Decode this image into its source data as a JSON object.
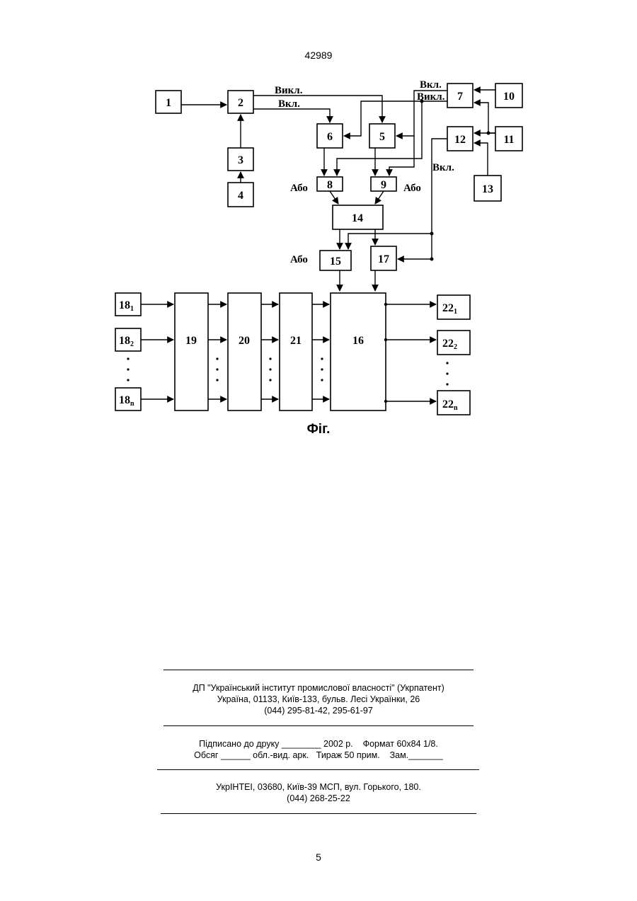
{
  "document": {
    "patent_number": "42989",
    "figure_caption": "Фіг.",
    "page_number": "5"
  },
  "diagram": {
    "blocks": [
      "1",
      "2",
      "3",
      "4",
      "5",
      "6",
      "7",
      "8",
      "9",
      "10",
      "11",
      "12",
      "13",
      "14",
      "15",
      "16",
      "17",
      "19",
      "20",
      "21"
    ],
    "inputs": {
      "base": "18",
      "subscripts": [
        "1",
        "2",
        "n"
      ]
    },
    "outputs": {
      "base": "22",
      "subscripts": [
        "1",
        "2",
        "n"
      ]
    },
    "labels": {
      "off": "Викл.",
      "on": "Вкл.",
      "or": "Або"
    }
  },
  "footer": {
    "org_line1": "ДП \"Український інститут промислової власності\" (Укрпатент)",
    "org_line2": "Україна, 01133, Київ-133, бульв. Лесі Українки, 26",
    "org_line3": "(044) 295-81-42, 295-61-97",
    "print_line1": "Підписано до друку ________ 2002 р.    Формат 60х84 1/8.",
    "print_line2": "Обсяг ______ обл.-вид. арк.   Тираж 50 прим.    Зам._______",
    "pub_line1": "УкрІНТЕІ, 03680, Київ-39 МСП, вул. Горького, 180.",
    "pub_line2": "(044) 268-25-22"
  }
}
